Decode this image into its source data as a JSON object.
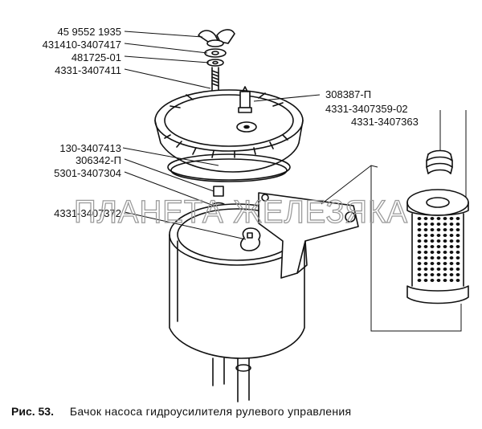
{
  "figure": {
    "number": "Рис. 53.",
    "caption": "Бачок насоса гидроусилителя рулевого управления"
  },
  "watermark": "ПЛАНЕТА ЖЕЛЕЗЯКА",
  "labels": {
    "wing_nut": "45 9552 1935",
    "washer_top": "431410-3407417",
    "washer_small": "481725-01",
    "stud": "4331-3407411",
    "breather": "308387-П",
    "spring": "4331-3407359-02",
    "filter": "4331-3407363",
    "gasket": "130-3407413",
    "nut": "306342-П",
    "seal": "5301-3407304",
    "tank": "4331-3407372"
  }
}
